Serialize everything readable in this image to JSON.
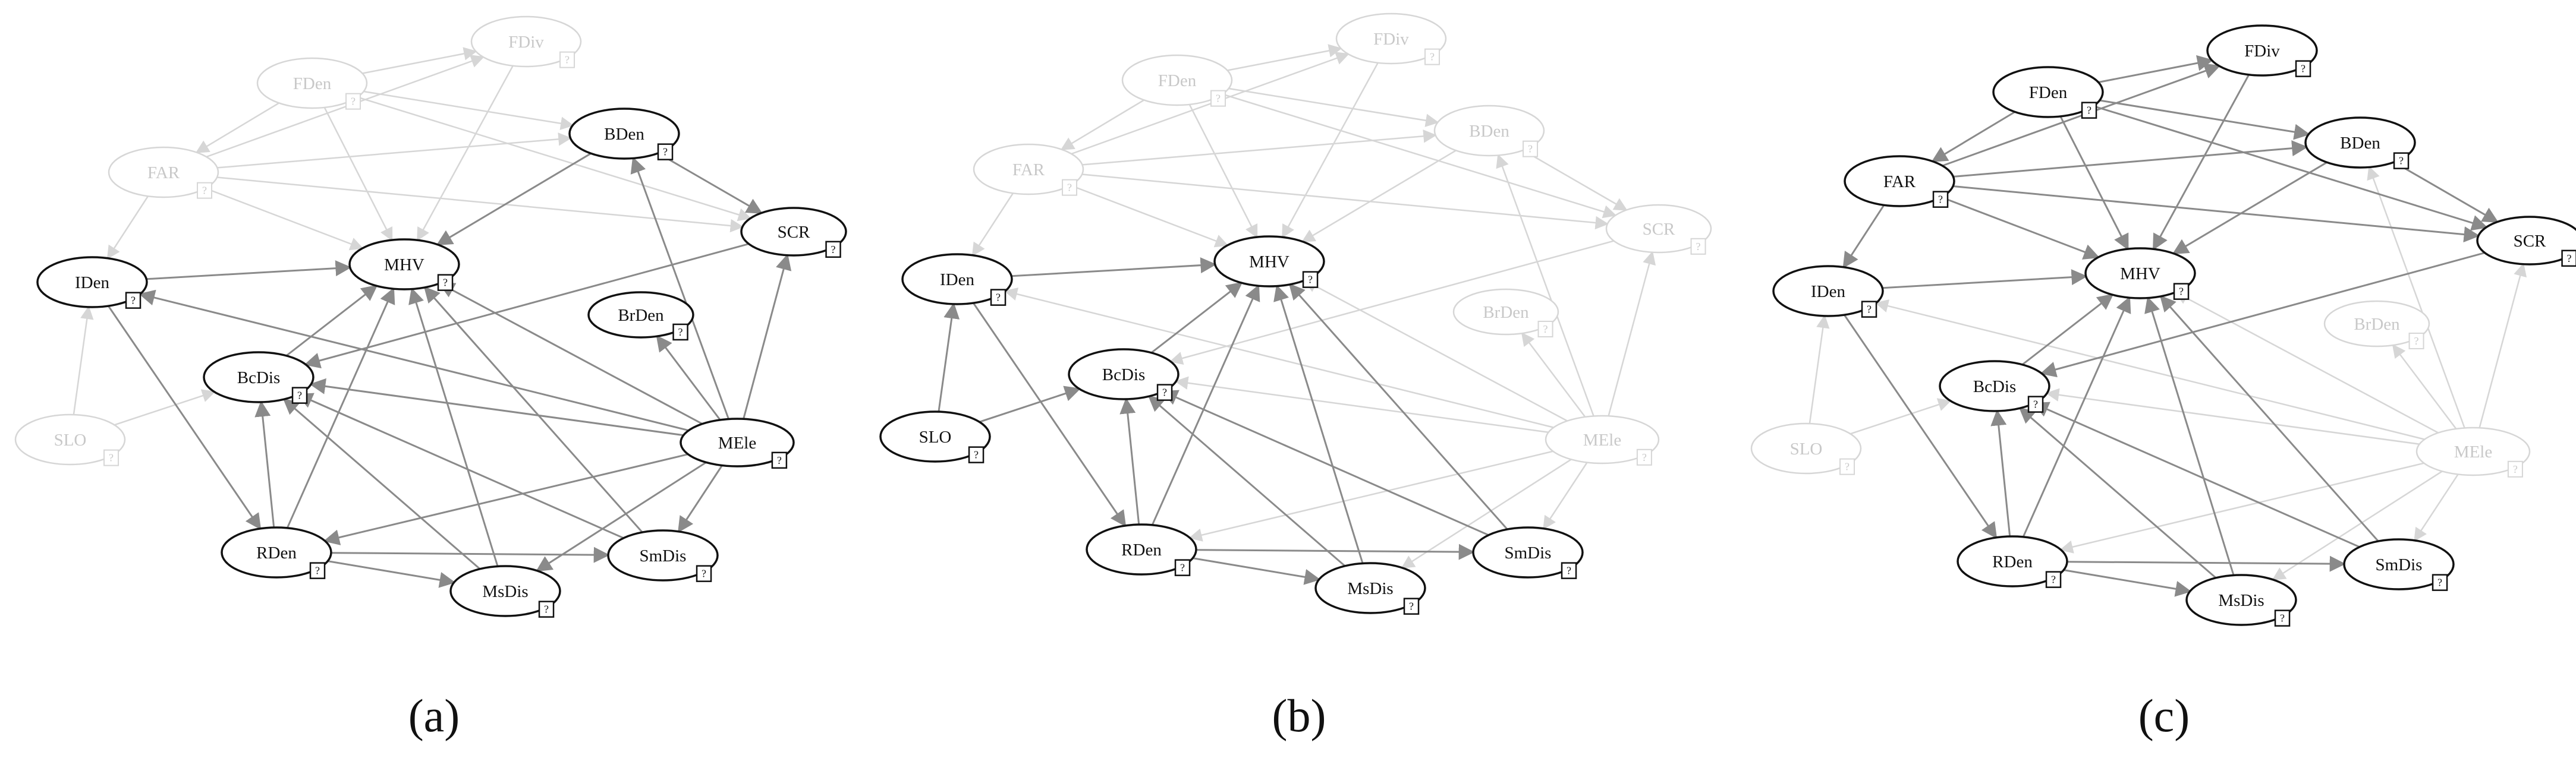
{
  "panels": [
    {
      "label": "(a)",
      "active": [
        "MHV",
        "IDen",
        "BDen",
        "SCR",
        "BrDen",
        "BcDis",
        "MEle",
        "RDen",
        "SmDis",
        "MsDis"
      ],
      "active_edges": [
        [
          "IDen",
          "MHV"
        ],
        [
          "IDen",
          "RDen"
        ],
        [
          "BDen",
          "MHV"
        ],
        [
          "BDen",
          "SCR"
        ],
        [
          "SCR",
          "BcDis"
        ],
        [
          "MEle",
          "MHV"
        ],
        [
          "MEle",
          "IDen"
        ],
        [
          "MEle",
          "BDen"
        ],
        [
          "MEle",
          "BrDen"
        ],
        [
          "MEle",
          "SCR"
        ],
        [
          "MEle",
          "BcDis"
        ],
        [
          "MEle",
          "RDen"
        ],
        [
          "MEle",
          "SmDis"
        ],
        [
          "MEle",
          "MsDis"
        ],
        [
          "BcDis",
          "MHV"
        ],
        [
          "RDen",
          "BcDis"
        ],
        [
          "RDen",
          "MHV"
        ],
        [
          "RDen",
          "SmDis"
        ],
        [
          "RDen",
          "MsDis"
        ],
        [
          "MsDis",
          "MHV"
        ],
        [
          "MsDis",
          "BcDis"
        ],
        [
          "SmDis",
          "MHV"
        ],
        [
          "SmDis",
          "BcDis"
        ]
      ]
    },
    {
      "label": "(b)",
      "active": [
        "MHV",
        "IDen",
        "SLO",
        "BcDis",
        "RDen",
        "MsDis",
        "SmDis"
      ],
      "active_edges": [
        [
          "IDen",
          "MHV"
        ],
        [
          "IDen",
          "RDen"
        ],
        [
          "SLO",
          "IDen"
        ],
        [
          "SLO",
          "BcDis"
        ],
        [
          "BcDis",
          "MHV"
        ],
        [
          "RDen",
          "BcDis"
        ],
        [
          "RDen",
          "MHV"
        ],
        [
          "RDen",
          "SmDis"
        ],
        [
          "RDen",
          "MsDis"
        ],
        [
          "MsDis",
          "MHV"
        ],
        [
          "MsDis",
          "BcDis"
        ],
        [
          "SmDis",
          "MHV"
        ],
        [
          "SmDis",
          "BcDis"
        ]
      ]
    },
    {
      "label": "(c)",
      "active": [
        "MHV",
        "IDen",
        "FDen",
        "FDiv",
        "FAR",
        "BDen",
        "SCR",
        "BcDis",
        "RDen",
        "SmDis",
        "MsDis"
      ],
      "active_edges": [
        [
          "FDen",
          "FDiv"
        ],
        [
          "FDen",
          "FAR"
        ],
        [
          "FDen",
          "MHV"
        ],
        [
          "FDen",
          "BDen"
        ],
        [
          "FDen",
          "SCR"
        ],
        [
          "FAR",
          "FDiv"
        ],
        [
          "FAR",
          "BDen"
        ],
        [
          "FAR",
          "MHV"
        ],
        [
          "FAR",
          "SCR"
        ],
        [
          "FAR",
          "IDen"
        ],
        [
          "FDiv",
          "MHV"
        ],
        [
          "BDen",
          "MHV"
        ],
        [
          "BDen",
          "SCR"
        ],
        [
          "SCR",
          "BcDis"
        ],
        [
          "IDen",
          "MHV"
        ],
        [
          "IDen",
          "RDen"
        ],
        [
          "BcDis",
          "MHV"
        ],
        [
          "RDen",
          "BcDis"
        ],
        [
          "RDen",
          "MHV"
        ],
        [
          "RDen",
          "SmDis"
        ],
        [
          "RDen",
          "MsDis"
        ],
        [
          "MsDis",
          "MHV"
        ],
        [
          "MsDis",
          "BcDis"
        ],
        [
          "SmDis",
          "MHV"
        ],
        [
          "SmDis",
          "BcDis"
        ]
      ]
    }
  ],
  "nodes": [
    "FDiv",
    "FDen",
    "BDen",
    "FAR",
    "SCR",
    "IDen",
    "MHV",
    "BrDen",
    "BcDis",
    "SLO",
    "MEle",
    "RDen",
    "SmDis",
    "MsDis"
  ],
  "edges": [
    [
      "FDen",
      "FDiv"
    ],
    [
      "FDen",
      "FAR"
    ],
    [
      "FDen",
      "MHV"
    ],
    [
      "FDen",
      "BDen"
    ],
    [
      "FDen",
      "SCR"
    ],
    [
      "FAR",
      "FDiv"
    ],
    [
      "FAR",
      "BDen"
    ],
    [
      "FAR",
      "MHV"
    ],
    [
      "FAR",
      "SCR"
    ],
    [
      "FAR",
      "IDen"
    ],
    [
      "FDiv",
      "MHV"
    ],
    [
      "BDen",
      "MHV"
    ],
    [
      "BDen",
      "SCR"
    ],
    [
      "SCR",
      "BcDis"
    ],
    [
      "IDen",
      "MHV"
    ],
    [
      "IDen",
      "RDen"
    ],
    [
      "SLO",
      "IDen"
    ],
    [
      "SLO",
      "BcDis"
    ],
    [
      "MEle",
      "MHV"
    ],
    [
      "MEle",
      "IDen"
    ],
    [
      "MEle",
      "BDen"
    ],
    [
      "MEle",
      "BrDen"
    ],
    [
      "MEle",
      "SCR"
    ],
    [
      "MEle",
      "BcDis"
    ],
    [
      "MEle",
      "RDen"
    ],
    [
      "MEle",
      "SmDis"
    ],
    [
      "MEle",
      "MsDis"
    ],
    [
      "BcDis",
      "MHV"
    ],
    [
      "RDen",
      "BcDis"
    ],
    [
      "RDen",
      "MHV"
    ],
    [
      "RDen",
      "SmDis"
    ],
    [
      "RDen",
      "MsDis"
    ],
    [
      "MsDis",
      "MHV"
    ],
    [
      "MsDis",
      "BcDis"
    ],
    [
      "SmDis",
      "MHV"
    ],
    [
      "SmDis",
      "BcDis"
    ]
  ],
  "node_badge": "?",
  "colors": {
    "active": "#111111",
    "active_edge": "#8a8a8a",
    "faded": "#d6d6d6",
    "faded_text": "#c8c8c8"
  }
}
